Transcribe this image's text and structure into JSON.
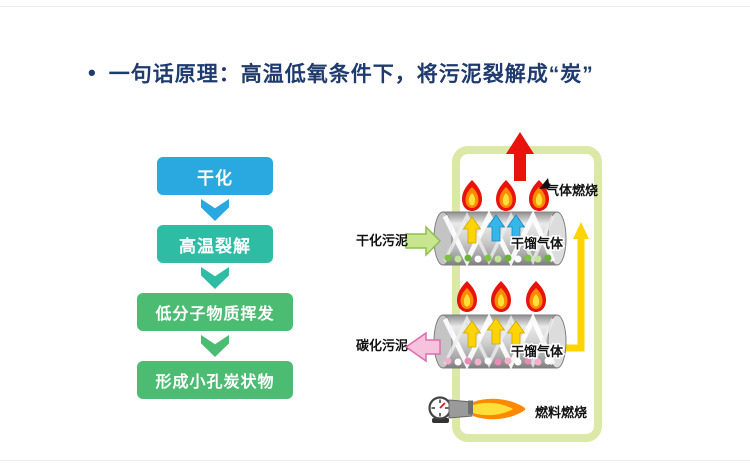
{
  "slide": {
    "bullet": "•",
    "title": "一句话原理：高温低氧条件下，将污泥裂解成“炭”"
  },
  "flowchart": {
    "steps": [
      {
        "label": "干化",
        "color": "#29A9E0"
      },
      {
        "label": "高温裂解",
        "color": "#2FBCA4"
      },
      {
        "label": "低分子物质挥发",
        "color": "#4DBC73"
      },
      {
        "label": "形成小孔炭状物",
        "color": "#4DBC73"
      }
    ]
  },
  "diagram": {
    "labels": {
      "gas_combustion": "气体燃烧",
      "dried_sludge": "干化污泥",
      "pyrolysis_gas_top": "干馏气体",
      "carbonized_sludge": "碳化污泥",
      "pyrolysis_gas_bottom": "干馏气体",
      "fuel_combustion": "燃料燃烧"
    },
    "colors": {
      "frame": "#DCE8A6",
      "exhaust_red": "#E8130C",
      "duct_yellow": "#FFD400",
      "input_arrow_green": "#C8E690",
      "output_arrow_pink": "#F6C2DC"
    }
  }
}
